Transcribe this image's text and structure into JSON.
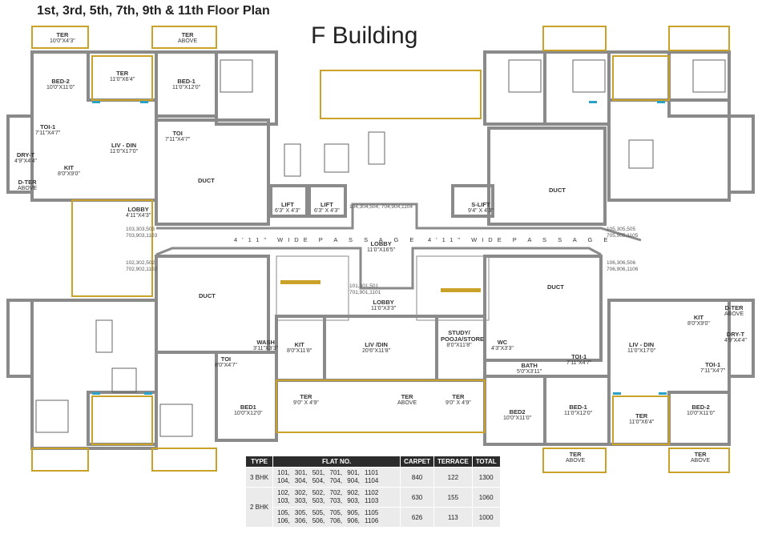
{
  "header": {
    "title": "1st, 3rd, 5th, 7th, 9th & 11th Floor Plan",
    "building": "F Building"
  },
  "rooms": {
    "ter_top_left": {
      "name": "TER",
      "dim": "10'0\"X4'3\""
    },
    "ter_left_2": {
      "name": "TER",
      "dim": "11'0\"X6'4\""
    },
    "ter_above_top": {
      "name": "TER",
      "dim": "ABOVE"
    },
    "bed2_tl": {
      "name": "BED-2",
      "dim": "10'0\"X11'0\""
    },
    "bed1_tl": {
      "name": "BED-1",
      "dim": "11'0\"X12'0\""
    },
    "toi1_tl": {
      "name": "TOI-1",
      "dim": "7'11\"X4'7\""
    },
    "toi_tl": {
      "name": "TOI",
      "dim": "7'11\"X4'7\""
    },
    "livdin_tl": {
      "name": "LIV - DIN",
      "dim": "11'0\"X17'0\""
    },
    "dryt_tl": {
      "name": "DRY-T",
      "dim": "4'9\"X4'4\""
    },
    "kit_tl": {
      "name": "KIT",
      "dim": "8'0\"X9'0\""
    },
    "dter_tl": {
      "name": "D-TER",
      "dim": "ABOVE"
    },
    "duct_tl": {
      "name": "DUCT"
    },
    "lobby_l": {
      "name": "LOBBY",
      "dim": "4'11\"X4'3\""
    },
    "lift1": {
      "name": "LIFT",
      "dim": "6'3\" X 4'3\""
    },
    "lift2": {
      "name": "LIFT",
      "dim": "6'3\" X 4'3\""
    },
    "slift": {
      "name": "S-LIFT",
      "dim": "9'4\" X 4'3\""
    },
    "duct_tr": {
      "name": "DUCT"
    },
    "lobby_c": {
      "name": "LOBBY",
      "dim": "11'0\"X16'5\""
    },
    "lobby_c2": {
      "name": "LOBBY",
      "dim": "11'0\"X3'3\""
    },
    "duct_bl": {
      "name": "DUCT"
    },
    "duct_br": {
      "name": "DUCT"
    },
    "wash": {
      "name": "WASH",
      "dim": "3'11\"X3'3\""
    },
    "kit_bc": {
      "name": "KIT",
      "dim": "8'0\"X11'8\""
    },
    "livdin_bc": {
      "name": "LIV /DIN",
      "dim": "20'6\"X11'8\""
    },
    "study": {
      "name": "STUDY/ POOJA/STORE",
      "dim": "8'0\"X11'8\""
    },
    "wc": {
      "name": "WC",
      "dim": "4'3\"X3'3\""
    },
    "bath": {
      "name": "BATH",
      "dim": "5'0\"X3'11\""
    },
    "toi_bl": {
      "name": "TOI",
      "dim": "8'0\"X4'7\""
    },
    "bed1_bl": {
      "name": "BED1",
      "dim": "10'0\"X12'0\""
    },
    "ter_bc1": {
      "name": "TER",
      "dim": "9'0\" X 4'9\""
    },
    "ter_bc2": {
      "name": "TER",
      "dim": "ABOVE"
    },
    "ter_bc3": {
      "name": "TER",
      "dim": "9'0\" X 4'9\""
    },
    "bed2_bc": {
      "name": "BED2",
      "dim": "10'0\"X11'0\""
    },
    "toi1_br": {
      "name": "TOI-1",
      "dim": "7'11\"X4'7\""
    },
    "bed1_br": {
      "name": "BED-1",
      "dim": "11'0\"X12'0\""
    },
    "livdin_br": {
      "name": "LIV - DIN",
      "dim": "11'0\"X17'0\""
    },
    "kit_br": {
      "name": "KIT",
      "dim": "8'0\"X9'0\""
    },
    "dter_br": {
      "name": "D-TER",
      "dim": "ABOVE"
    },
    "dryt_br": {
      "name": "DRY-T",
      "dim": "4'9\"X4'4\""
    },
    "toi1_br2": {
      "name": "TOI-1",
      "dim": "7'11\"X4'7\""
    },
    "bed2_br": {
      "name": "BED-2",
      "dim": "10'0\"X11'0\""
    },
    "ter_br1": {
      "name": "TER",
      "dim": "11'0\"X6'4\""
    },
    "ter_br2": {
      "name": "TER",
      "dim": "ABOVE"
    },
    "ter_br3": {
      "name": "TER",
      "dim": "ABOVE"
    }
  },
  "flat_tags": {
    "t1": "104,304,504, 704,904,1104",
    "t2": "103,303,503 703,903,1103",
    "t3": "102,302,502 702,902,1102",
    "t4": "101,301,501 701,901,1101",
    "t5": "105,305,505 705,905,1105",
    "t6": "106,306,506 706,906,1106"
  },
  "passage": {
    "left": "4'11\" WIDE  P A S S A G E",
    "right": "4'11\" WIDE  P A S S A G E"
  },
  "area_table": {
    "headers": [
      "TYPE",
      "FLAT NO.",
      "CARPET",
      "TERRACE",
      "TOTAL"
    ],
    "rows": [
      {
        "type": "3 BHK",
        "flats1": "101, 301, 501, 701, 901, 1101",
        "flats2": "104, 304, 504, 704, 904, 1104",
        "carpet": "840",
        "terrace": "122",
        "total": "1300"
      },
      {
        "type": "2 BHK",
        "flats1": "102, 302, 502, 702, 902, 1102",
        "flats2": "103, 303, 503, 703, 903, 1103",
        "carpet": "630",
        "terrace": "155",
        "total": "1060"
      },
      {
        "type": "",
        "flats1": "105, 305, 505, 705, 905, 1105",
        "flats2": "106, 306, 506, 706, 906, 1106",
        "carpet": "626",
        "terrace": "113",
        "total": "1000"
      }
    ]
  },
  "colors": {
    "wall": "#8a8a8a",
    "terrace": "#c9a227",
    "text": "#333333"
  }
}
